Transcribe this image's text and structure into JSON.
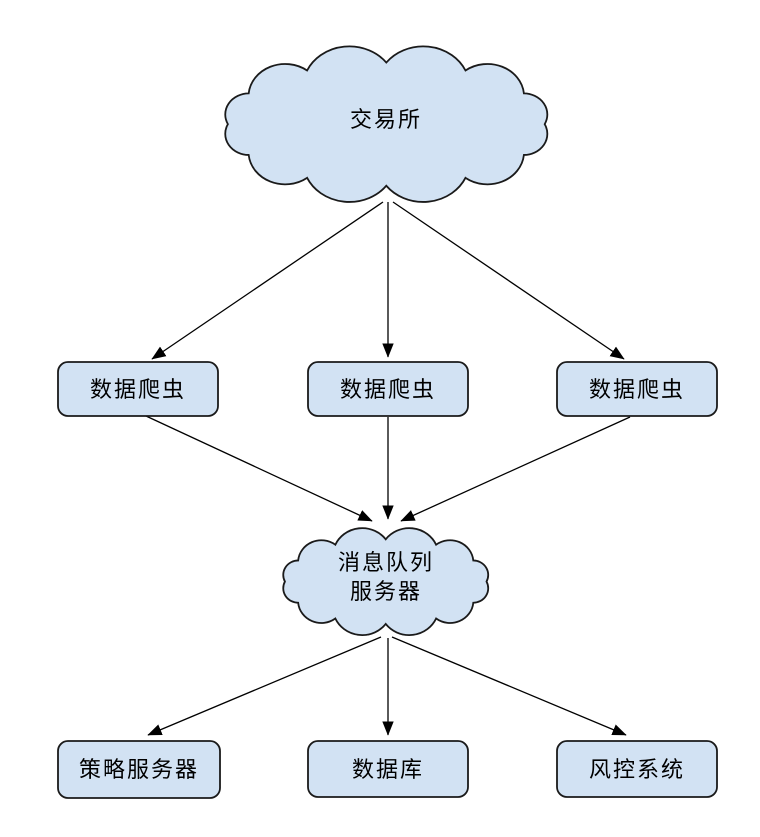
{
  "diagram": {
    "colors": {
      "shape_fill": "#d2e2f3",
      "shape_stroke": "#1a1a1a",
      "arrow": "#000000",
      "text": "#000000",
      "background": "#ffffff"
    },
    "nodes": {
      "exchange": {
        "label": "交易所",
        "shape": "cloud"
      },
      "crawler_left": {
        "label": "数据爬虫",
        "shape": "rounded-rect"
      },
      "crawler_middle": {
        "label": "数据爬虫",
        "shape": "rounded-rect"
      },
      "crawler_right": {
        "label": "数据爬虫",
        "shape": "rounded-rect"
      },
      "mq_server": {
        "label_line1": "消息队列",
        "label_line2": "服务器",
        "shape": "cloud"
      },
      "strategy_server": {
        "label": "策略服务器",
        "shape": "rounded-rect"
      },
      "database": {
        "label": "数据库",
        "shape": "rounded-rect"
      },
      "risk_system": {
        "label": "风控系统",
        "shape": "rounded-rect"
      }
    },
    "edges": [
      {
        "from": "exchange",
        "to": "crawler_left"
      },
      {
        "from": "exchange",
        "to": "crawler_middle"
      },
      {
        "from": "exchange",
        "to": "crawler_right"
      },
      {
        "from": "crawler_left",
        "to": "mq_server"
      },
      {
        "from": "crawler_middle",
        "to": "mq_server"
      },
      {
        "from": "crawler_right",
        "to": "mq_server"
      },
      {
        "from": "mq_server",
        "to": "strategy_server"
      },
      {
        "from": "mq_server",
        "to": "database"
      },
      {
        "from": "mq_server",
        "to": "risk_system"
      }
    ]
  }
}
